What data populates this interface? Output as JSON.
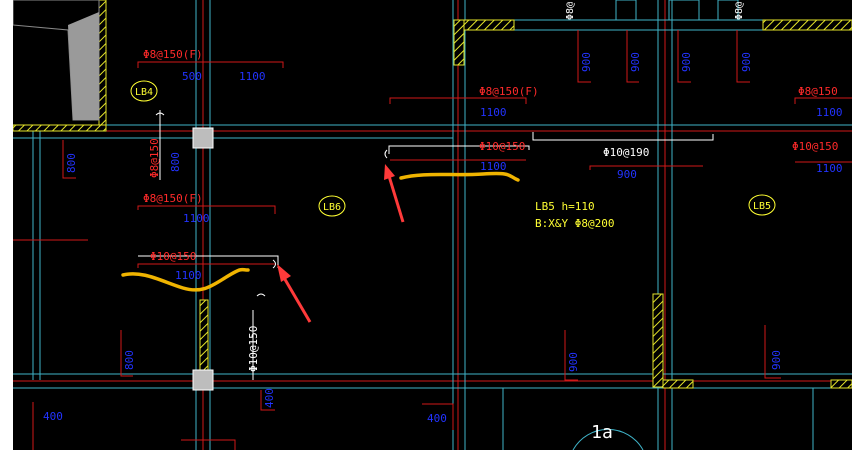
{
  "colors": {
    "background": "#000000",
    "axis": "#d01818",
    "wall": "#3fb3c8",
    "dimension": "#d01818",
    "dim_text": "#2233ff",
    "rebar_label": "#ff2a2a",
    "slab_label": "#ffff33",
    "rebar_line": "#ffffff",
    "annotation": "#f0b400",
    "arrow": "#ff3a3a",
    "hatch": "#e5e52a",
    "column": "#bdbdbd"
  },
  "top_strip": {
    "left": "Φ8@",
    "right": "Φ8@"
  },
  "slabs": {
    "lb4": "LB4",
    "lb5": "LB5",
    "lb6": "LB6",
    "lb5_desc_line1": "LB5 h=110",
    "lb5_desc_line2": "B:X&Y Φ8@200"
  },
  "rebar_labels": {
    "lb4_top": "Φ8@150(F)",
    "lb4_vertical": "Φ8@150",
    "left_mid": "Φ8@150(F)",
    "left_low": "Φ10@150",
    "bottom_vertical": "Φ10@150",
    "center_top": "Φ8@150(F)",
    "center_mid": "Φ10@150",
    "right_span": "Φ10@190",
    "far_right_top": "Φ8@150",
    "far_right_mid": "Φ10@150"
  },
  "dims": {
    "d500": "500",
    "d1100_a": "1100",
    "d800_v1": "800",
    "d800_v2": "800",
    "d1100_b": "1100",
    "d1100_c": "1100",
    "d800_v3": "800",
    "d400_v": "400",
    "d400_a": "400",
    "d400_b": "400",
    "d1100_d": "1100",
    "d1100_e": "1100",
    "d900_a": "900",
    "d900_v1": "900",
    "d900_v2": "900",
    "d900_v3": "900",
    "d900_v4": "900",
    "d900_v5": "900",
    "d900_v6": "900",
    "d1100_f": "1100",
    "d1100_g": "1100"
  },
  "axis_bubble": "1a"
}
